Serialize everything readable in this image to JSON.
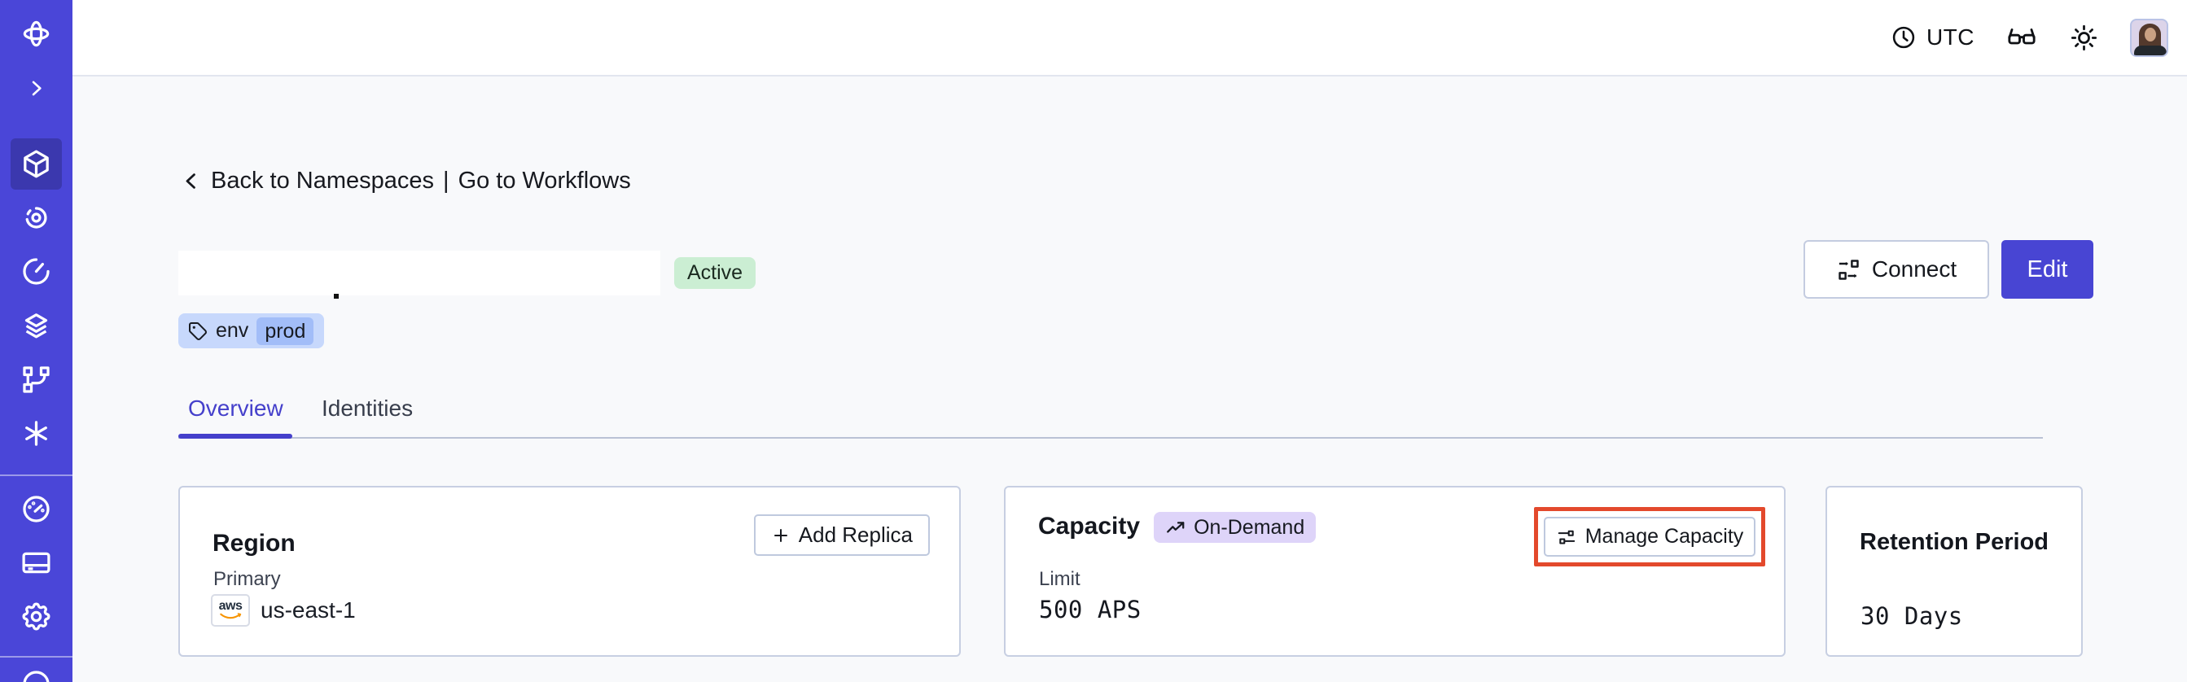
{
  "topbar": {
    "timezone_label": "UTC",
    "icons": [
      "clock-icon",
      "glasses-icon",
      "light-mode-icon",
      "user-avatar"
    ]
  },
  "sidebar": {
    "icons": [
      "temporal-logo-icon",
      "expand-chevron-icon",
      "namespaces-cube-icon",
      "workflows-spiral-icon",
      "schedules-timer-icon",
      "stack-layers-icon",
      "deployments-branch-icon",
      "nexus-asterisk-icon",
      "usage-gauge-icon",
      "billing-card-icon",
      "settings-gear-icon",
      "account-circle-icon"
    ],
    "active_item": "namespaces-cube-icon"
  },
  "breadcrumb": {
    "back_label": "Back to Namespaces",
    "separator": "|",
    "workflows_label": "Go to Workflows"
  },
  "namespace": {
    "status_badge": "Active",
    "tag": {
      "key": "env",
      "value": "prod"
    }
  },
  "actions": {
    "connect_label": "Connect",
    "edit_label": "Edit"
  },
  "tabs": {
    "overview": "Overview",
    "identities": "Identities"
  },
  "cards": {
    "region": {
      "title": "Region",
      "add_replica_label": "Add Replica",
      "label": "Primary",
      "provider": "aws",
      "value": "us-east-1"
    },
    "capacity": {
      "title": "Capacity",
      "badge": "On-Demand",
      "manage_label": "Manage Capacity",
      "label": "Limit",
      "value": "500 APS"
    },
    "retention": {
      "title": "Retention Period",
      "value": "30 Days"
    }
  },
  "colors": {
    "sidebar_bg": "#4a46d8",
    "sidebar_active_bg": "#3b38ae",
    "accent": "#4845d3",
    "tab_active": "#4540cb",
    "active_badge_bg": "#cbeed3",
    "tag_bg": "#c7d8fc",
    "tag_value_bg": "#a2bdf8",
    "ondemand_badge_bg": "#ded4f9",
    "highlight_border": "#e3492c",
    "card_border": "#c7cfe2",
    "aws_orange": "#f79400",
    "aws_navy": "#232f3e"
  }
}
